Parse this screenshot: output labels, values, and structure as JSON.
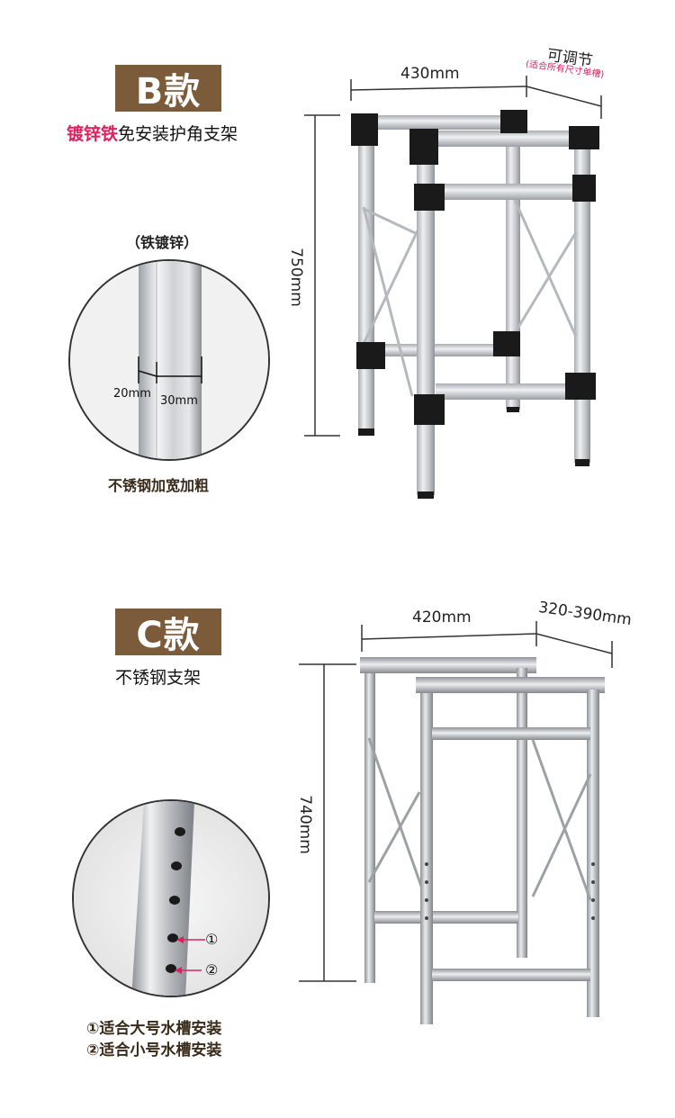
{
  "section_b": {
    "badge": "B款",
    "subtitle_highlight": "镀锌铁",
    "subtitle_rest": "免安装护角支架",
    "width_label": "430mm",
    "adjust_label": "可调节",
    "adjust_note": "(适合所有尺寸单槽)",
    "height_label": "750mm",
    "material_label": "（铁镀锌）",
    "tube_depth_label": "20mm",
    "tube_width_label": "30mm",
    "caption": "不锈钢加宽加粗"
  },
  "section_c": {
    "badge": "C款",
    "subtitle": "不锈钢支架",
    "width_label": "420mm",
    "depth_label": "320-390mm",
    "height_label": "740mm",
    "hole_label_1": "①",
    "hole_label_2": "②",
    "caption_1": "①适合大号水槽安装",
    "caption_2": "②适合小号水槽安装"
  },
  "colors": {
    "badge_bg": "#7b5b3a",
    "highlight": "#e0205e",
    "frame_metal": "#c8ccd0",
    "corner_black": "#1a1a1a"
  }
}
